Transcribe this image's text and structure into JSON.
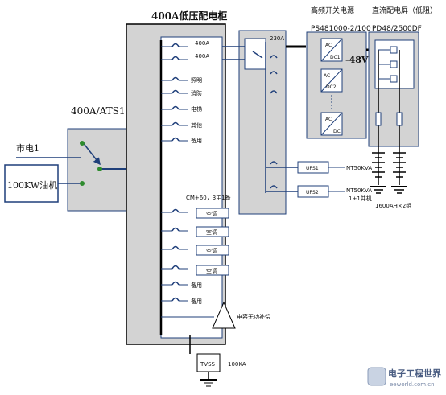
{
  "colors": {
    "line": "#1f3f7a",
    "panel_fill": "#ffffff",
    "bg_panel": "#d3d3d3",
    "dot": "#2e8b2e",
    "text": "#111111"
  },
  "main_panel": {
    "title": "400A低压配电柜",
    "feeders": [
      "400A",
      "400A",
      "照明",
      "消防",
      "电梯",
      "其他",
      "备用"
    ],
    "group_label": "CM+60，3主1备",
    "ac_units": [
      "空调",
      "空调",
      "空调",
      "空调"
    ],
    "spares": [
      "备用",
      "备用"
    ],
    "capacitor_label": "电容无功补偿",
    "tvss_label": "TVSS",
    "tvss_rating": "100KA"
  },
  "ats": {
    "label": "400A/ATS1",
    "mains_label": "市电1",
    "generator_label": "100KW油机"
  },
  "ac_panel": {
    "rating": "230A"
  },
  "rectifier": {
    "title": "高频开关电源",
    "model": "PS481000-2/100",
    "modules": [
      {
        "top": "AC",
        "bottom": "DC1"
      },
      {
        "top": "AC",
        "bottom": "DC2"
      },
      {
        "top": "AC",
        "bottom": "DC"
      }
    ],
    "output": "-48V"
  },
  "dc_panel": {
    "title": "直流配电屏（低阻）",
    "model": "PD48/2500DF",
    "battery_label": "1600AH×2组"
  },
  "ups": [
    {
      "name": "UPS1",
      "rating": "NT50KVA"
    },
    {
      "name": "UPS2",
      "rating": "NT50KVA"
    }
  ],
  "ups_parallel": "1+1并机",
  "watermark": {
    "name": "电子工程世界",
    "url": "eeworld.com.cn"
  }
}
